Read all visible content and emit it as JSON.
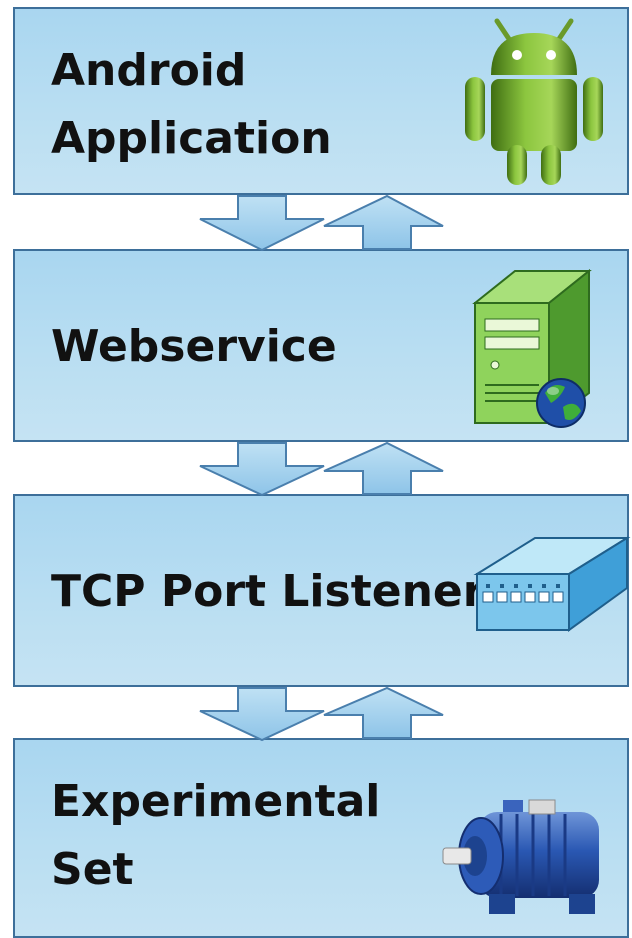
{
  "layers": [
    {
      "label": "Android\nApplication",
      "icon": "android-robot-icon"
    },
    {
      "label": "Webservice",
      "icon": "web-server-icon"
    },
    {
      "label": "TCP Port Listener",
      "icon": "network-switch-icon"
    },
    {
      "label": "Experimental\nSet",
      "icon": "electric-motor-icon"
    }
  ],
  "colors": {
    "box_fill": "#b3daf1",
    "box_border": "#3d6f9a",
    "arrow_fill": "#a5d2ee",
    "arrow_stroke": "#4a7fad",
    "text": "#111111"
  }
}
